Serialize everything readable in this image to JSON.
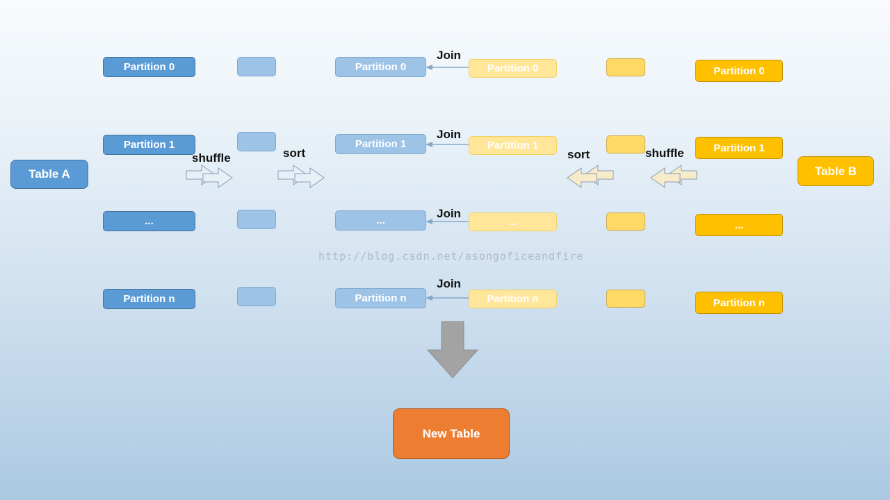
{
  "watermark": "http://blog.csdn.net/asongoficeandfire",
  "tables": {
    "table_a": "Table A",
    "table_b": "Table B",
    "new_table": "New Table"
  },
  "process_labels": {
    "shuffle_left": "shuffle",
    "sort_left": "sort",
    "join": "Join",
    "sort_right": "sort",
    "shuffle_right": "shuffle"
  },
  "columns": {
    "table_a_partitions": [
      "Partition 0",
      "Partition 1",
      "...",
      "Partition n"
    ],
    "table_a_sorted_partitions": [
      "Partition 0",
      "Partition 1",
      "...",
      "Partition n"
    ],
    "table_b_sorted_partitions": [
      "Partition 0",
      "Partition 1",
      "...",
      "Partition n"
    ],
    "table_b_partitions": [
      "Partition 0",
      "Partition 1",
      "...",
      "Partition n"
    ]
  },
  "colors": {
    "table_a_blue": "#5B9BD5",
    "light_blue": "#9DC3E6",
    "light_yellow": "#FFE699",
    "yellow": "#FFD966",
    "orange": "#FFC000",
    "new_table_orange": "#ED7D31",
    "big_arrow_gray": "#A3A3A3"
  }
}
